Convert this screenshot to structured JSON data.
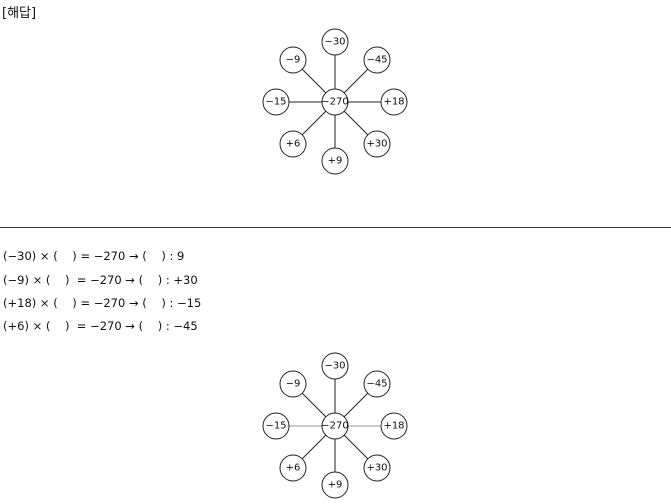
{
  "header": {
    "label": "[해답]"
  },
  "diagram_top": {
    "center": "−270",
    "nodes": [
      "−30",
      "−45",
      "+18",
      "+30",
      "+9",
      "+6",
      "−15",
      "−9"
    ]
  },
  "equations": [
    "(−30) × (    ) = −270 → (    ) : 9",
    "(−9) × (    )  = −270 → (    ) : +30",
    "(+18) × (    ) = −270 → (    ) : −15",
    "(+6) × (    )  = −270 → (    ) : −45"
  ],
  "diagram_bottom": {
    "center": "−270",
    "nodes": [
      "−30",
      "−45",
      "+18",
      "+30",
      "+9",
      "+6",
      "−15",
      "−9"
    ]
  }
}
